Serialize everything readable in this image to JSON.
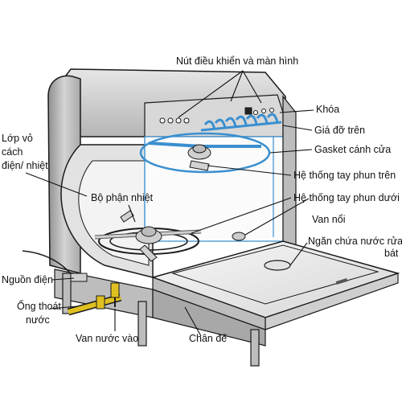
{
  "labels": {
    "controls": "Nút điều khiển và màn hình",
    "lock": "Khóa",
    "upper_rack": "Giá đỡ trên",
    "door_gasket": "Gasket cánh cửa",
    "upper_spray_arm": "Hệ thống tay phun trên",
    "lower_spray_arm": "Hệ thống tay phun dưới",
    "float_valve": "Van nổi",
    "detergent_line1": "Ngăn chứa nước rửa",
    "detergent_line2": "bát",
    "insulation_line1": "Lớp vỏ",
    "insulation_line2": "cách",
    "insulation_line3": "điện/ nhiệt",
    "heating_element": "Bộ phận nhiệt",
    "power_cord": "Nguồn điện",
    "drain_line1": "Ống thoát",
    "drain_line2": "nước",
    "water_inlet": "Van nước vào",
    "base": "Chân đế"
  },
  "colors": {
    "outline": "#1a1a1a",
    "body_gray": "#c9c9c9",
    "body_dark": "#9a9a9a",
    "panel": "#d8d8d8",
    "tub_blue": "#3a8fd0",
    "door": "#ededed",
    "pipe": "#e0c020"
  }
}
